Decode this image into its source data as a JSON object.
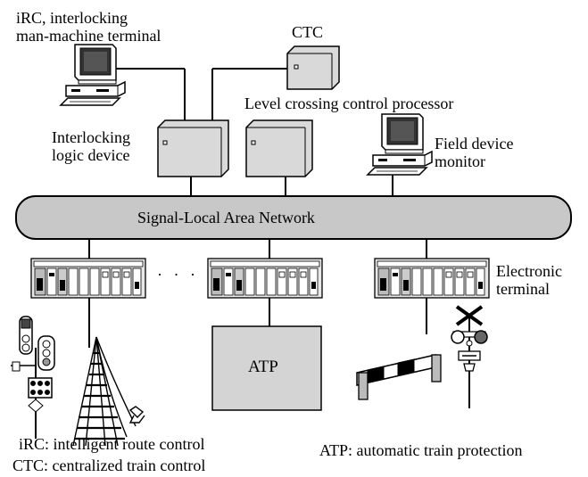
{
  "labels": {
    "irc_terminal": [
      "iRC, interlocking",
      "man-machine terminal"
    ],
    "ctc": "CTC",
    "level_crossing": "Level crossing control processor",
    "interlocking_logic": [
      "Interlocking",
      "logic device"
    ],
    "field_monitor": [
      "Field device",
      "monitor"
    ],
    "network": "Signal-Local Area Network",
    "electronic_terminal": [
      "Electronic",
      "terminal"
    ],
    "ellipsis": "· · ·",
    "atp": "ATP"
  },
  "footnotes": {
    "irc": "iRC: intelligent route control",
    "ctc": "CTC: centralized train control",
    "atp": "ATP: automatic train protection"
  },
  "colors": {
    "device_fill": "#d9d9d9",
    "network_fill": "#c8c8c8",
    "atp_fill": "#d4d4d4",
    "line": "#000000"
  },
  "icons": [
    "computer-terminal-icon",
    "traffic-signal-icon",
    "railway-track-switch-icon",
    "level-crossing-gate-icon",
    "crossing-signal-icon",
    "plc-rack-icon"
  ]
}
